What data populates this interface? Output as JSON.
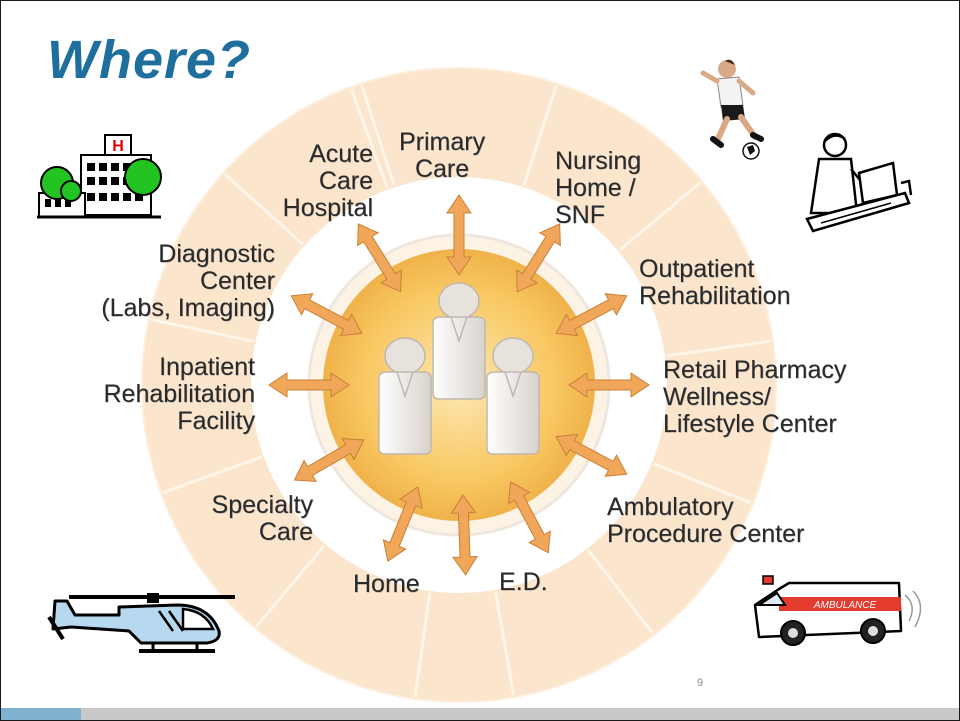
{
  "slide": {
    "title": "Where?",
    "page_number": "9"
  },
  "settings": [
    {
      "id": "primary-care",
      "lines": [
        "Primary",
        "Care"
      ]
    },
    {
      "id": "nursing-home",
      "lines": [
        "Nursing",
        "Home /",
        "SNF"
      ]
    },
    {
      "id": "outpatient-rehab",
      "lines": [
        "Outpatient",
        "Rehabilitation"
      ]
    },
    {
      "id": "retail-pharmacy",
      "lines": [
        "Retail Pharmacy",
        "Wellness/",
        "Lifestyle Center"
      ]
    },
    {
      "id": "ambulatory",
      "lines": [
        "Ambulatory",
        "Procedure Center"
      ]
    },
    {
      "id": "ed",
      "lines": [
        "E.D."
      ]
    },
    {
      "id": "home",
      "lines": [
        "Home"
      ]
    },
    {
      "id": "specialty-care",
      "lines": [
        "Specialty",
        "Care"
      ]
    },
    {
      "id": "inpatient-rehab",
      "lines": [
        "Inpatient",
        "Rehabilitation",
        "Facility"
      ]
    },
    {
      "id": "diagnostic",
      "lines": [
        "Diagnostic",
        "Center",
        "(Labs, Imaging)"
      ]
    },
    {
      "id": "acute-care",
      "lines": [
        "Acute",
        "Care",
        "Hospital"
      ]
    }
  ],
  "clipart": {
    "hospital": "hospital-icon",
    "soccer": "soccer-player-icon",
    "office": "office-worker-icon",
    "helicopter": "helicopter-icon",
    "ambulance": "ambulance-icon",
    "ambulance_text": "AMBULANCE"
  },
  "colors": {
    "title": "#1f6f9e",
    "ring": "#fbe6cf",
    "center": "#f7c15c",
    "arrow": "#f0a75a",
    "arrow_stroke": "#c98035",
    "people": "#d9d4cf"
  }
}
